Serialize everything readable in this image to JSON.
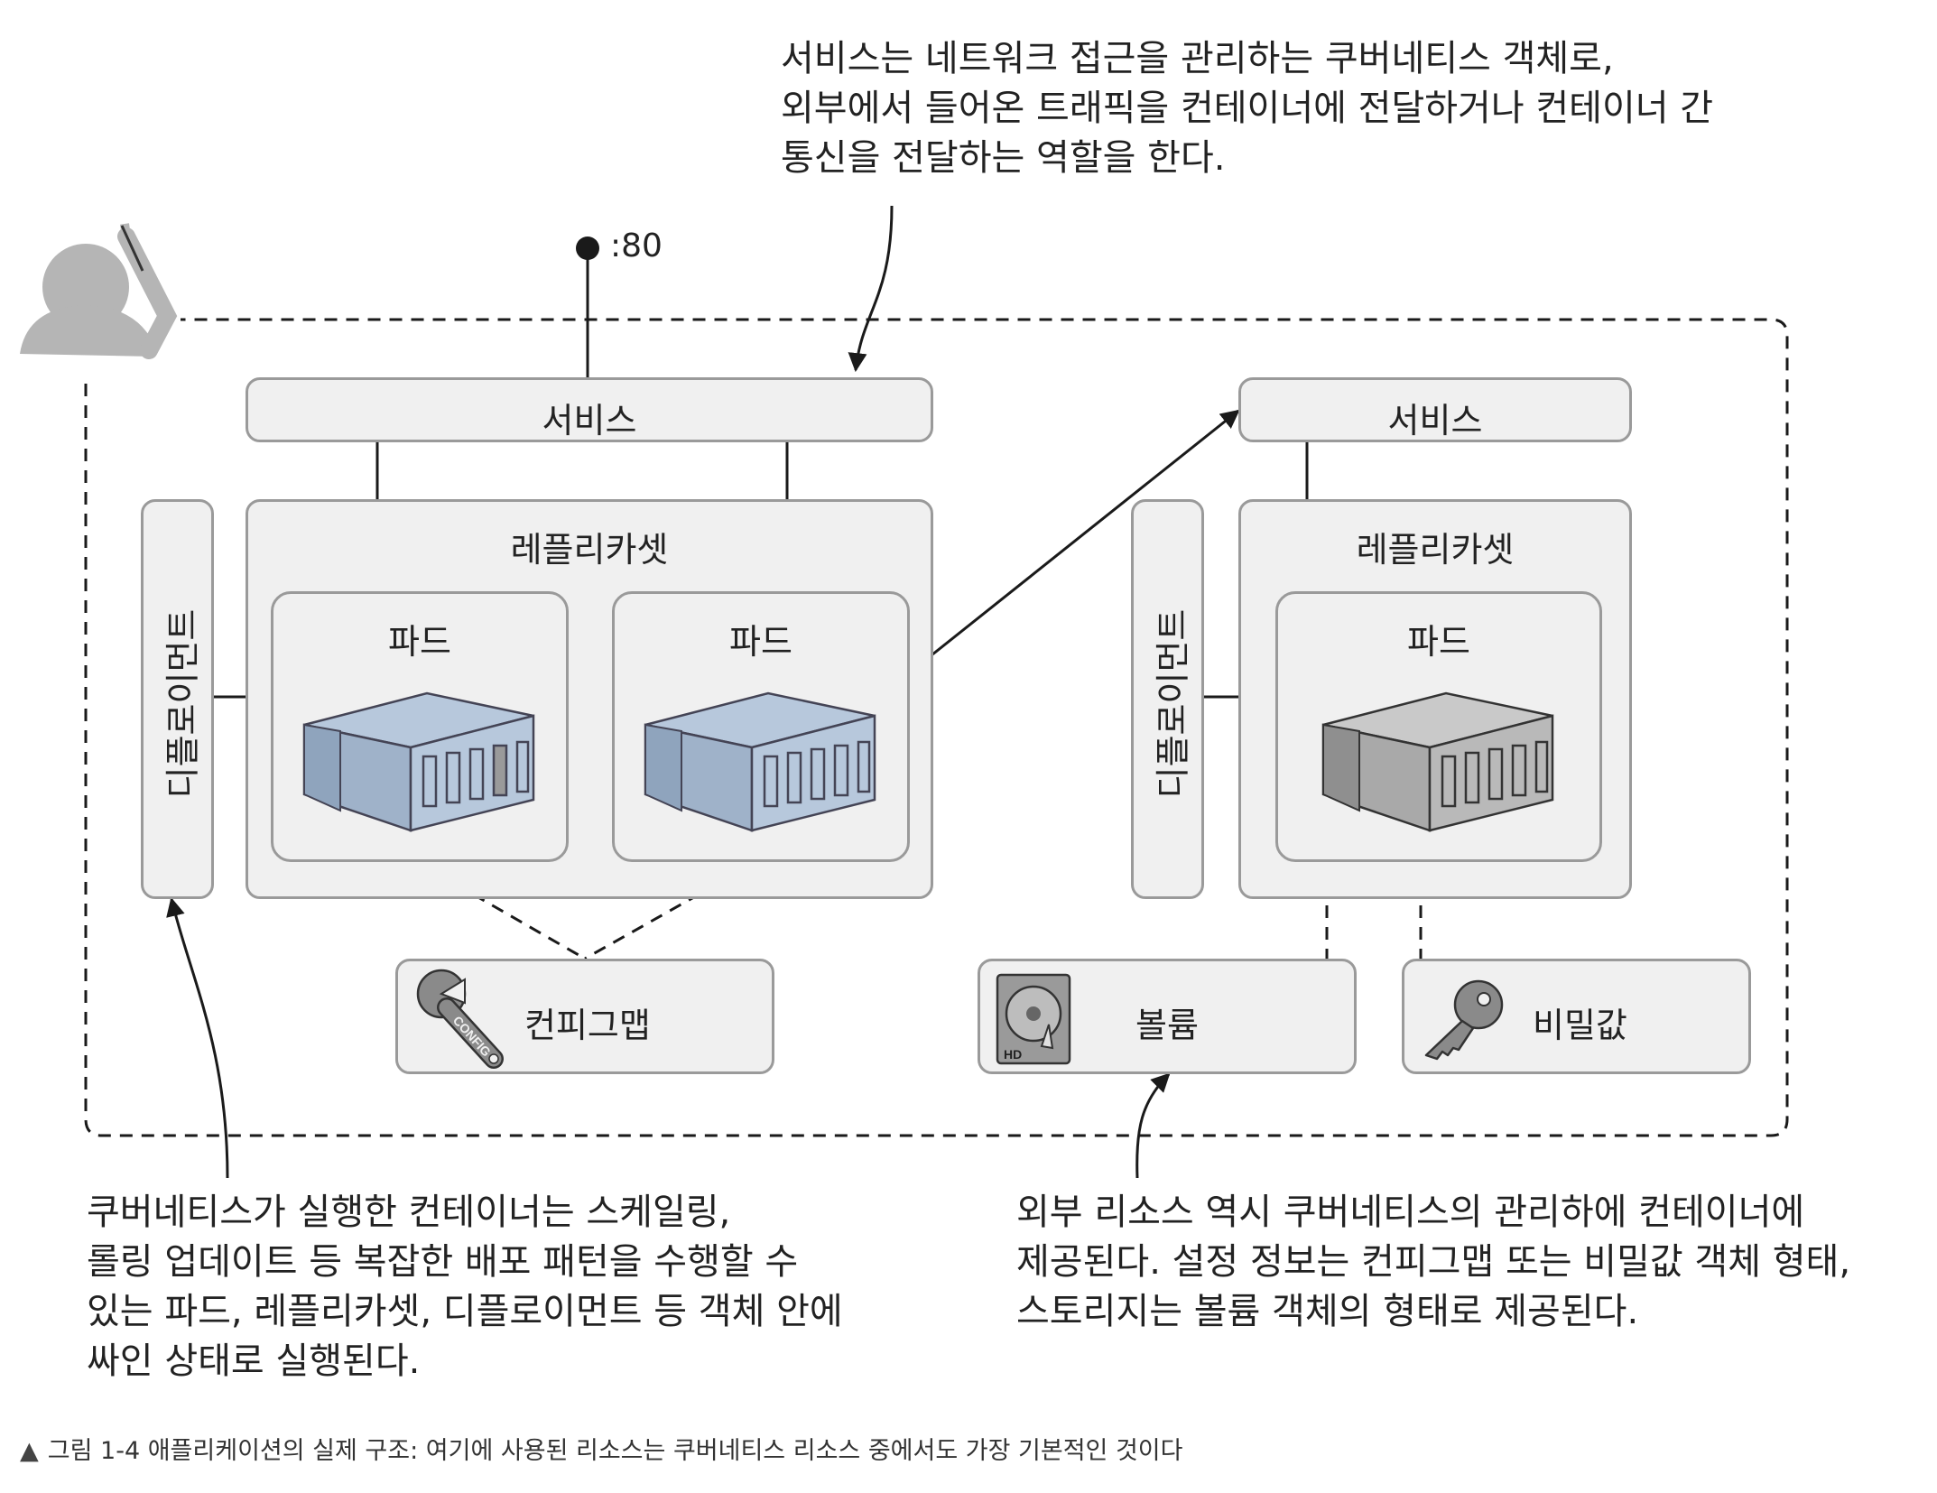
{
  "notes": {
    "top": [
      "서비스는 네트워크 접근을 관리하는 쿠버네티스 객체로,",
      "외부에서 들어온 트래픽을 컨테이너에 전달하거나 컨테이너 간",
      "통신을 전달하는 역할을 한다."
    ],
    "bottom_left": [
      "쿠버네티스가 실행한 컨테이너는 스케일링,",
      "롤링 업데이트 등 복잡한 배포 패턴을 수행할 수",
      "있는 파드, 레플리카셋, 디플로이먼트 등 객체 안에",
      "싸인 상태로 실행된다."
    ],
    "bottom_right": [
      "외부 리소스 역시 쿠버네티스의 관리하에 컨테이너에",
      "제공된다. 설정 정보는 컨피그맵 또는 비밀값 객체 형태,",
      "스토리지는 볼륨 객체의 형태로 제공된다."
    ]
  },
  "port_label": ":80",
  "left_app": {
    "service": "서비스",
    "deployment": "디플로이먼트",
    "replicaset": "레플리카셋",
    "pods": [
      "파드",
      "파드"
    ],
    "configmap": "컨피그맵"
  },
  "right_app": {
    "service": "서비스",
    "deployment": "디플로이먼트",
    "replicaset": "레플리카셋",
    "pod": "파드",
    "volume": "볼륨",
    "secret": "비밀값"
  },
  "icon_texts": {
    "config": "CONFIG",
    "hd": "HD"
  },
  "caption": {
    "marker": "▲",
    "text": "그림 1-4 애플리케이션의 실제 구조: 여기에 사용된 리소스는 쿠버네티스 리소스 중에서도 가장 기본적인 것이다"
  },
  "colors": {
    "container_blue": "#b7c8dc",
    "container_gray": "#c9c9c9",
    "box_fill": "#f0f0f0",
    "border": "#9a9a9a"
  }
}
